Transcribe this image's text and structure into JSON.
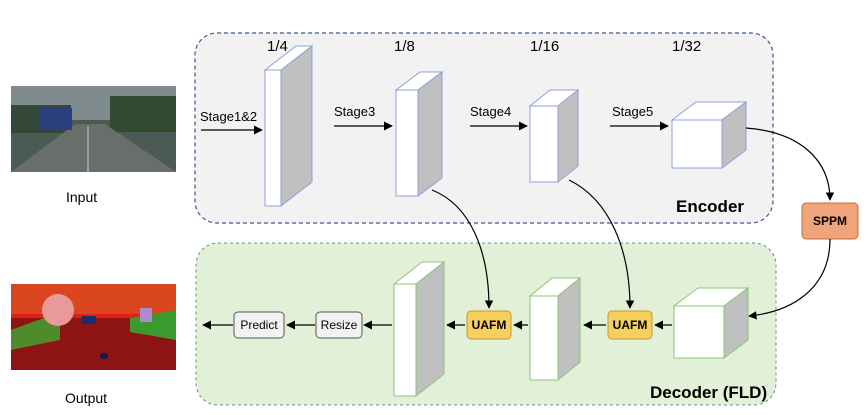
{
  "io": {
    "input_label": "Input",
    "output_label": "Output"
  },
  "encoder": {
    "panel_label": "Encoder",
    "stages": [
      "Stage1&2",
      "Stage3",
      "Stage4",
      "Stage5"
    ],
    "scales": [
      "1/4",
      "1/8",
      "1/16",
      "1/32"
    ]
  },
  "decoder": {
    "panel_label": "Decoder (FLD)",
    "uafm_label": "UAFM",
    "resize_label": "Resize",
    "predict_label": "Predict"
  },
  "sppm_label": "SPPM",
  "colors": {
    "encoder_fill": "#f2f2f2",
    "encoder_border": "#3b5a8c",
    "decoder_fill": "#e3f0d8",
    "decoder_border": "#6a8a9a",
    "encoder_block_border": "#8fa0dc",
    "decoder_block_border": "#8cc47a",
    "block_side": "#c0c0c0",
    "sppm_fill": "#f0a47c",
    "uafm_fill": "#f6cf5e",
    "plain_node_fill": "#f2f2f2"
  }
}
